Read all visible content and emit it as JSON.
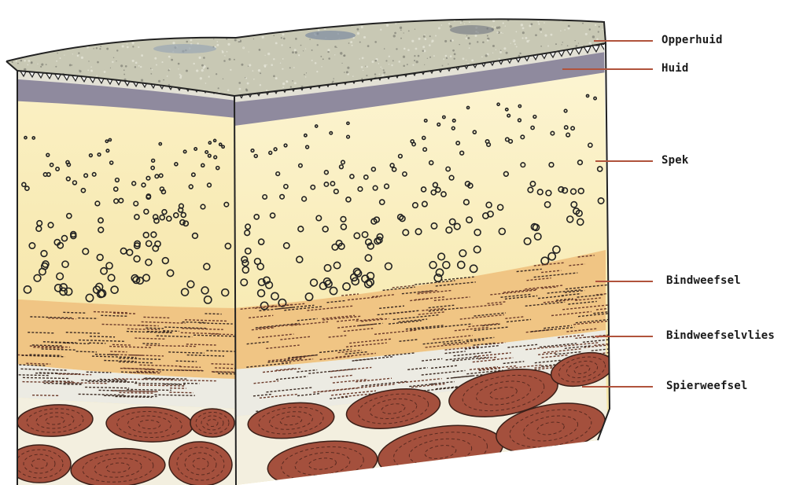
{
  "diagram": {
    "colors": {
      "epidermis_top": "#c9c9b6",
      "epidermis_speckle": "#8a8a80",
      "dermis": "#8e8a9c",
      "fat_top": "#fbf3cf",
      "fat_bottom": "#f5e8a6",
      "connective_tissue": "#f0c485",
      "membrane": "#ecebe4",
      "muscle": "#a8513f",
      "muscle_gaps": "#f3f0e0",
      "leader_line": "#b0533c",
      "outline": "#222222"
    },
    "labels": [
      {
        "id": "opperhuid",
        "text": "Opperhuid"
      },
      {
        "id": "huid",
        "text": "Huid"
      },
      {
        "id": "spek",
        "text": "Spek"
      },
      {
        "id": "bindweefsel",
        "text": "Bindweefsel"
      },
      {
        "id": "bindweefselvlies",
        "text": "Bindweefselvlies"
      },
      {
        "id": "spierweefsel",
        "text": "Spierweefsel"
      }
    ]
  }
}
